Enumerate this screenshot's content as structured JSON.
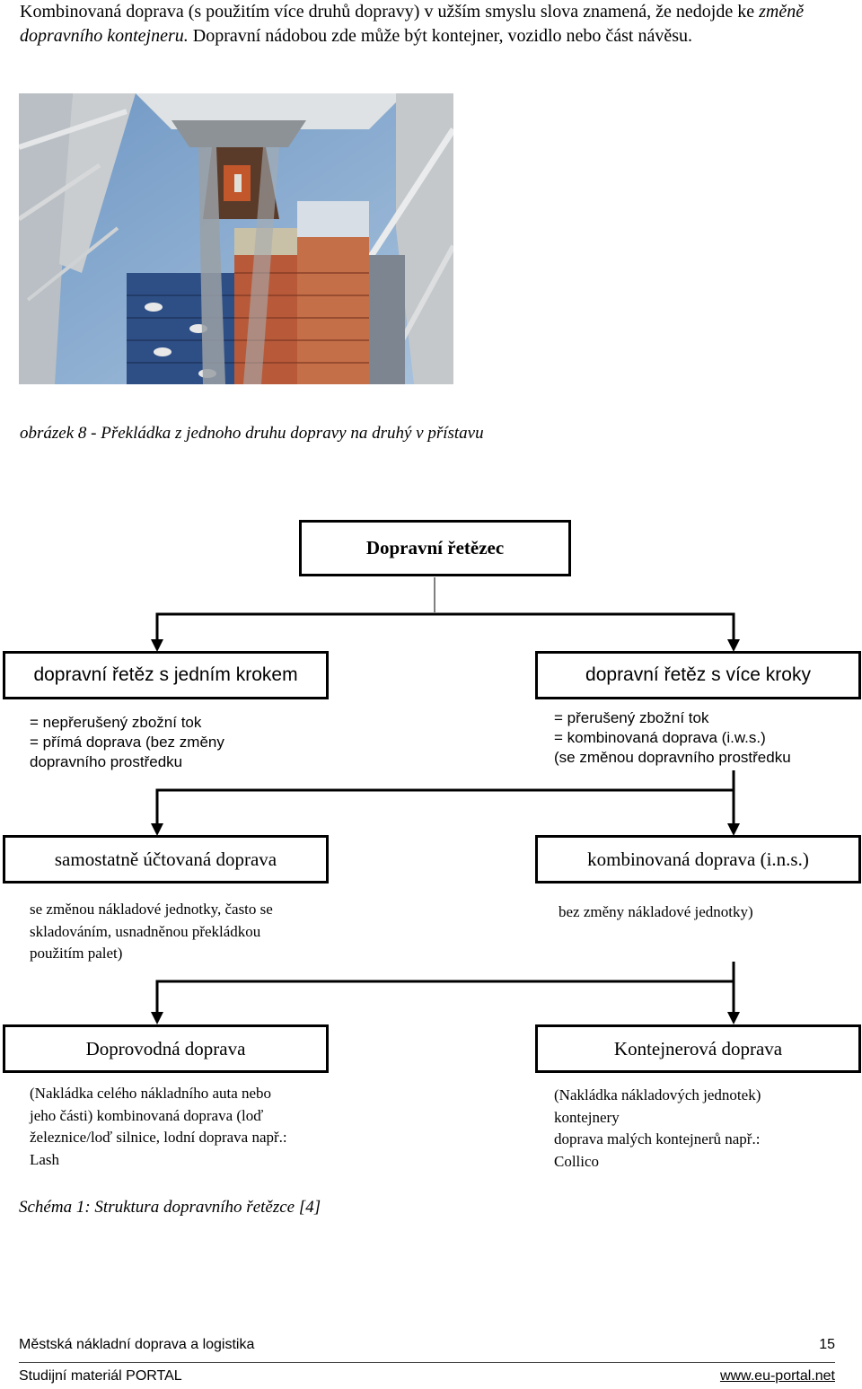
{
  "intro": {
    "part1": "Kombinovaná doprava (s použitím více druhů dopravy) v užším smyslu slova znamená, že nedojde ke ",
    "emph": "změně dopravního kontejneru.",
    "part2": " Dopravní nádobou zde může být kontejner, vozidlo nebo část návěsu."
  },
  "figure_caption": "obrázek 8 - Překládka z jednoho druhu dopravy na druhý v přístavu",
  "diagram": {
    "root": "Dopravní řetězec",
    "left1": {
      "title": "dopravní řetěz s jedním krokem",
      "desc": [
        "= nepřerušený zbožní tok",
        "= přímá doprava (bez změny",
        "dopravního prostředku"
      ]
    },
    "right1": {
      "title": "dopravní řetěz s více kroky",
      "desc": [
        "= přerušený zbožní tok",
        "= kombinovaná doprava (i.w.s.)",
        "(se změnou dopravního prostředku"
      ]
    },
    "left2": {
      "title": "samostatně účtovaná doprava",
      "desc": [
        "se změnou nákladové jednotky, často se",
        "skladováním, usnadněnou překládkou",
        "použitím palet)"
      ]
    },
    "right2": {
      "title": "kombinovaná doprava (i.n.s.)",
      "desc": [
        "bez změny nákladové jednotky)"
      ]
    },
    "left3": {
      "title": "Doprovodná doprava",
      "desc": [
        "(Nakládka celého nákladního auta nebo",
        "jeho části) kombinovaná doprava (loď",
        "železnice/loď silnice, lodní doprava např.:",
        "Lash"
      ]
    },
    "right3": {
      "title": "Kontejnerová doprava",
      "desc": [
        "(Nakládka nákladových jednotek)",
        "kontejnery",
        "doprava malých kontejnerů např.:",
        "Collico"
      ]
    }
  },
  "schema_caption": "Schéma 1: Struktura dopravního řetězce [4]",
  "footer": {
    "doc_title": "Městská nákladní doprava a logistika",
    "page_number": "15",
    "publisher": "Studijní materiál PORTAL",
    "website": "www.eu-portal.net"
  }
}
